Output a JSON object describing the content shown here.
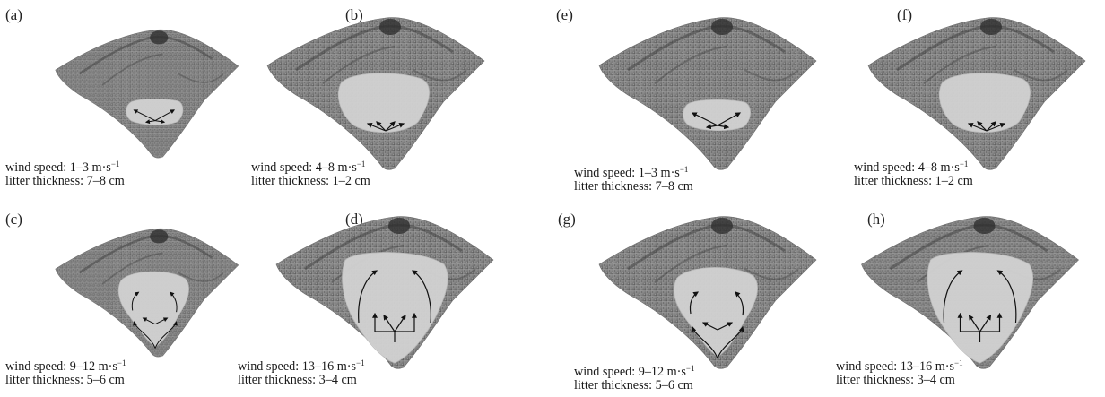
{
  "panels": [
    {
      "id": "a",
      "label": "(a)",
      "wind_value": "1–3 m·s",
      "exp": "−1",
      "litter_value": "7–8 cm",
      "stage": 1
    },
    {
      "id": "b",
      "label": "(b)",
      "wind_value": "4–8 m·s",
      "exp": "−1",
      "litter_value": "1–2 cm",
      "stage": 2
    },
    {
      "id": "c",
      "label": "(c)",
      "wind_value": "9–12 m·s",
      "exp": "−1",
      "litter_value": "5–6 cm",
      "stage": 3
    },
    {
      "id": "d",
      "label": "(d)",
      "wind_value": "13–16 m·s",
      "exp": "−1",
      "litter_value": "3–4 cm",
      "stage": 4
    },
    {
      "id": "e",
      "label": "(e)",
      "wind_value": "1–3 m·s",
      "exp": "−1",
      "litter_value": "7–8 cm",
      "stage": 1
    },
    {
      "id": "f",
      "label": "(f)",
      "wind_value": "4–8 m·s",
      "exp": "−1",
      "litter_value": "1–2 cm",
      "stage": 2
    },
    {
      "id": "g",
      "label": "(g)",
      "wind_value": "9–12 m·s",
      "exp": "−1",
      "litter_value": "5–6 cm",
      "stage": 3
    },
    {
      "id": "h",
      "label": "(h)",
      "wind_value": "13–16 m·s",
      "exp": "−1",
      "litter_value": "3–4 cm",
      "stage": 4
    }
  ],
  "captions": {
    "wind_prefix": "wind speed: ",
    "litter_prefix": "litter thickness: "
  },
  "colors": {
    "terrain_dark": "#5a5a5a",
    "terrain_mid": "#8a8a8a",
    "burned_area": "#d2d2d2",
    "arrow": "#111111"
  }
}
